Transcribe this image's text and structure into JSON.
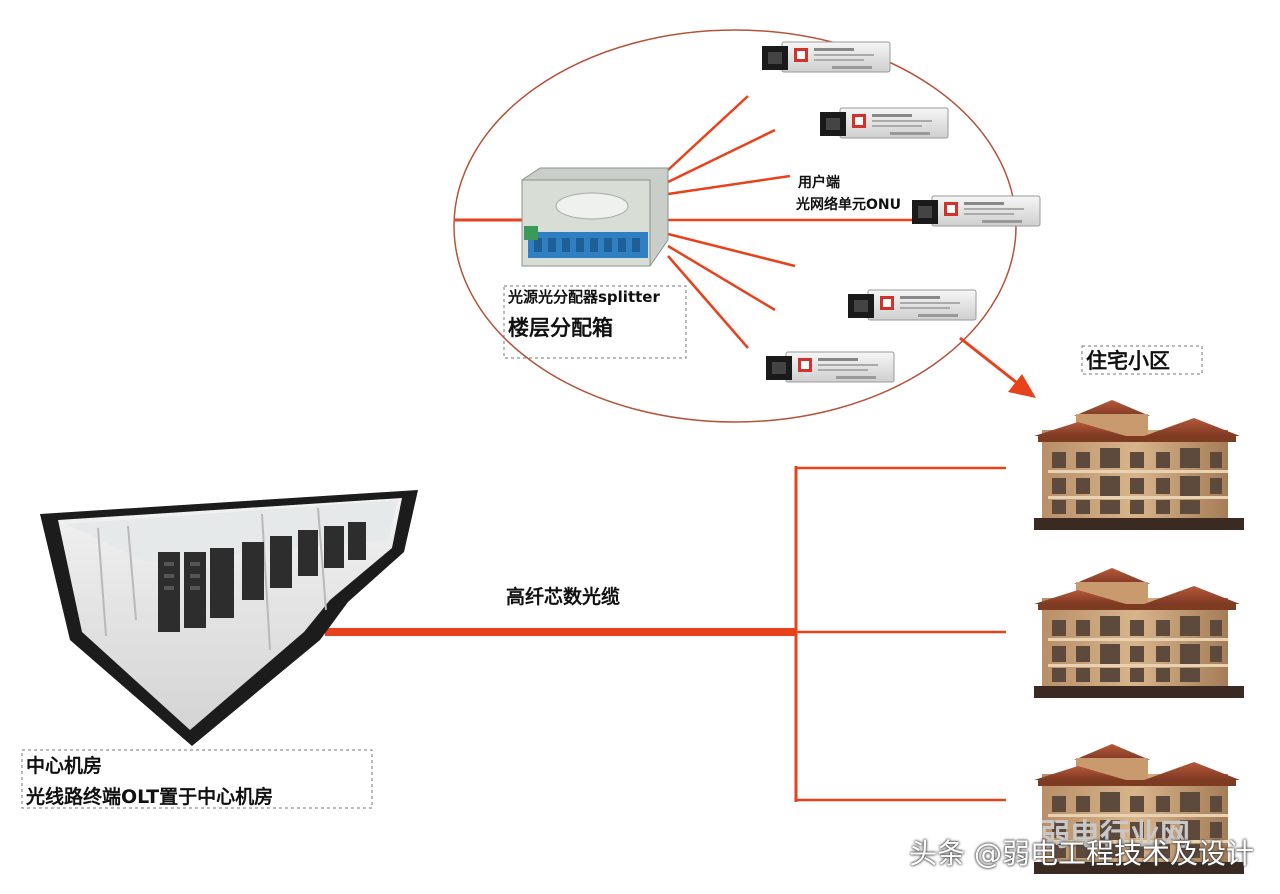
{
  "labels": {
    "splitter_line1": "光源光分配器splitter",
    "splitter_line2": "楼层分配箱",
    "onu_line1": "用户端",
    "onu_line2": "光网络单元ONU",
    "residential": "住宅小区",
    "cable": "高纤芯数光缆",
    "center_line1": "中心机房",
    "center_line2": "光线路终端OLT置于中心机房"
  },
  "watermark": "头条 @弱电工程技术及设计",
  "watermark_bg": "弱电行业网",
  "colors": {
    "fiber": "#e8421c",
    "ellipse": "#b5533c",
    "splitter_body": "#c9cfc8",
    "module": "#e6e6e6",
    "connector": "#1a1a1a",
    "building_wall": "#c9a27a",
    "building_roof": "#9a4a2e",
    "room_frame": "#1c1c1c"
  },
  "icons": [
    "splitter-box-icon",
    "onu-module-icon",
    "building-icon",
    "data-center-room-icon",
    "arrow-icon"
  ]
}
